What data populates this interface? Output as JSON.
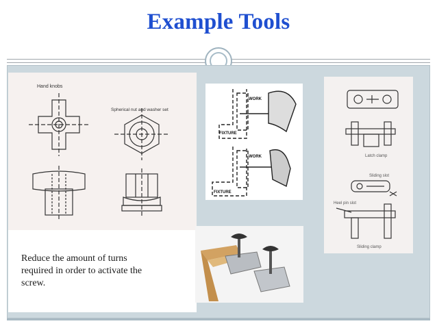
{
  "slide": {
    "title": "Example Tools",
    "caption": "Reduce the amount of turns required in order to activate the screw.",
    "colors": {
      "title": "#1f4fd0",
      "panel": "#ccd8de"
    }
  },
  "figures": {
    "hand_knobs": {
      "label": "Hand knobs"
    },
    "spherical": {
      "label": "Spherical nut and washer set"
    },
    "fixture": {
      "work_top": "WORK",
      "fixture_top": "FIXTURE",
      "work_bottom": "WORK",
      "fixture_bottom": "FIXTURE"
    },
    "clamps": {
      "latch": "Latch clamp",
      "sliding_slot": "Sliding slot",
      "heel_pin": "Heel pin slot",
      "sliding_clamp": "Sliding clamp"
    }
  }
}
